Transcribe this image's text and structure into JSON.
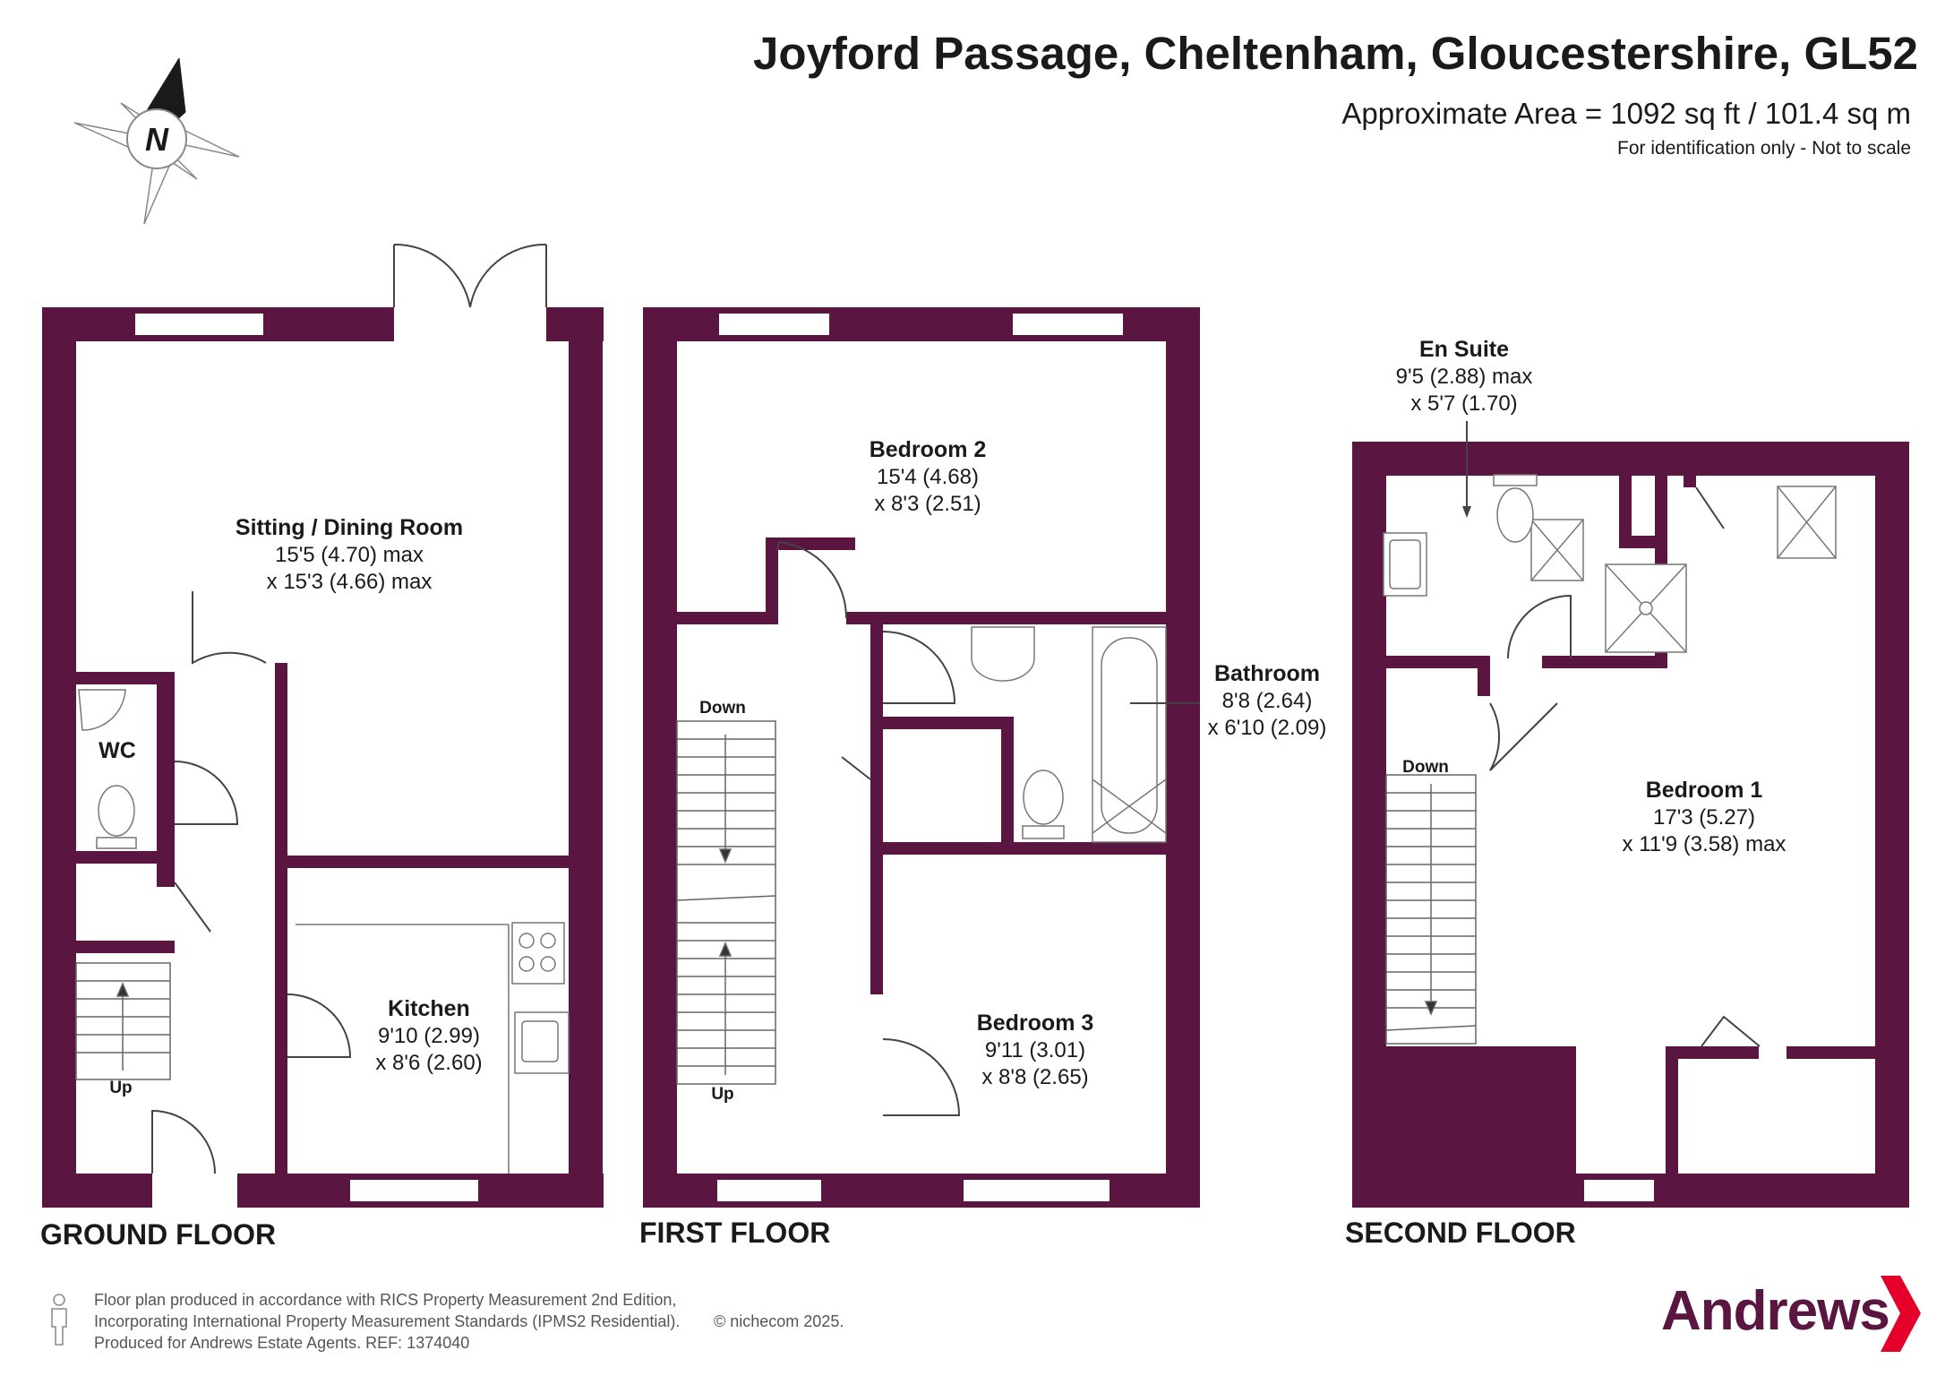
{
  "header": {
    "title": "Joyford Passage, Cheltenham, Gloucestershire, GL52",
    "area": "Approximate Area = 1092 sq ft / 101.4 sq m",
    "note": "For identification only - Not to scale"
  },
  "compass": {
    "label": "N"
  },
  "floors": {
    "ground": {
      "label": "GROUND FLOOR",
      "stairs_label": "Up",
      "rooms": {
        "sitting": {
          "name": "Sitting / Dining Room",
          "dim1": "15'5 (4.70) max",
          "dim2": "x 15'3 (4.66) max"
        },
        "wc": {
          "name": "WC"
        },
        "kitchen": {
          "name": "Kitchen",
          "dim1": "9'10 (2.99)",
          "dim2": "x 8'6 (2.60)"
        }
      }
    },
    "first": {
      "label": "FIRST FLOOR",
      "stairs_down": "Down",
      "stairs_up": "Up",
      "rooms": {
        "bedroom2": {
          "name": "Bedroom 2",
          "dim1": "15'4 (4.68)",
          "dim2": "x 8'3 (2.51)"
        },
        "bathroom": {
          "name": "Bathroom",
          "dim1": "8'8 (2.64)",
          "dim2": "x 6'10 (2.09)"
        },
        "bedroom3": {
          "name": "Bedroom 3",
          "dim1": "9'11 (3.01)",
          "dim2": "x 8'8 (2.65)"
        }
      }
    },
    "second": {
      "label": "SECOND FLOOR",
      "stairs_down": "Down",
      "rooms": {
        "ensuite": {
          "name": "En Suite",
          "dim1": "9'5 (2.88) max",
          "dim2": "x 5'7 (1.70)"
        },
        "bedroom1": {
          "name": "Bedroom 1",
          "dim1": "17'3 (5.27)",
          "dim2": "x 11'9 (3.58) max"
        }
      }
    }
  },
  "footer": {
    "line1": "Floor plan produced in accordance with RICS Property Measurement 2nd Edition,",
    "line2": "Incorporating International Property Measurement Standards (IPMS2 Residential).",
    "copyright": "© nichecom 2025.",
    "line3": "Produced for Andrews Estate Agents.   REF: 1374040"
  },
  "brand": {
    "name": "Andrews"
  },
  "colors": {
    "wall": "#5a1540",
    "brand": "#5a1540"
  }
}
